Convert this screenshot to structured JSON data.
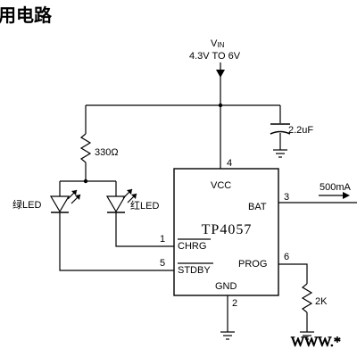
{
  "header": {
    "title": "用电路"
  },
  "power": {
    "label_main": "V",
    "label_sub": "IN",
    "range": "4.3V TO 6V"
  },
  "resistor_led": {
    "value": "330Ω"
  },
  "capacitor": {
    "value": "2.2uF"
  },
  "leds": {
    "green": "绿LED",
    "red": "红LED"
  },
  "ic": {
    "name": "TP4057",
    "pins": {
      "vcc": {
        "label": "VCC",
        "number": "4"
      },
      "bat": {
        "label": "BAT",
        "number": "3"
      },
      "chrg": {
        "label": "CHRG",
        "number": "1"
      },
      "stdby": {
        "label": "STDBY",
        "number": "5"
      },
      "prog": {
        "label": "PROG",
        "number": "6"
      },
      "gnd": {
        "label": "GND",
        "number": "2"
      }
    }
  },
  "output": {
    "current": "500mA"
  },
  "resistor_prog": {
    "value": "2K"
  },
  "watermark": "WWW.*"
}
